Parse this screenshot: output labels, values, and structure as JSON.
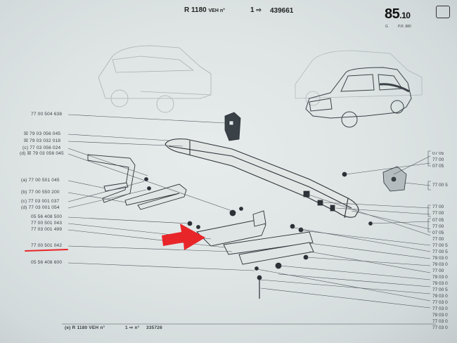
{
  "header": {
    "model": "R 1180",
    "veh_label": "VEH n°",
    "serial_prefix": "1",
    "serial": "439661",
    "page_main": "85",
    "page_sub": ".10",
    "note_g": "G",
    "note_pr": "P.R. 880"
  },
  "left_parts": [
    {
      "code": "77 00 504 638"
    },
    {
      "code": "79 03 056 045",
      "marker": "☒"
    },
    {
      "code": "79 03 032 018",
      "marker": "☒"
    },
    {
      "code": "77 03 056 024",
      "marker": "(c)"
    },
    {
      "code": "79 03 056 045",
      "marker": "(d) ☒"
    },
    {
      "code": "77 00 501 045",
      "marker": "(a)"
    },
    {
      "code": "77 00 550 200",
      "marker": "(b)"
    },
    {
      "code": "77 03 001 037",
      "marker": "(c)"
    },
    {
      "code": "77 03 001 054",
      "marker": "(d)"
    },
    {
      "code": "05 56 408 500"
    },
    {
      "code": "77 00 501 043"
    },
    {
      "code": "77 03 001 499"
    },
    {
      "code": "77 00 501 042"
    },
    {
      "code": "05 56 408 600"
    }
  ],
  "right_parts": [
    "07 05",
    "77 00",
    "07 05",
    "77 00 5",
    "77 00",
    "77 00",
    "07 05",
    "77 00",
    "07 05",
    "77 00",
    "77 00 5",
    "77 00 5",
    "79 03 0",
    "79 03 0",
    "77 00",
    "79 03 0",
    "79 03 0",
    "77 00 5",
    "79 03 0",
    "77 03 0",
    "77 03 0",
    "79 03 0",
    "77 03 0",
    "77 03 0"
  ],
  "footer": {
    "model": "(e) R 1180 VEH n°",
    "serial_prefix": "1",
    "serial": "335726"
  },
  "highlight": {
    "color": "#e8262a",
    "underline_part": "77 00 501 042"
  }
}
